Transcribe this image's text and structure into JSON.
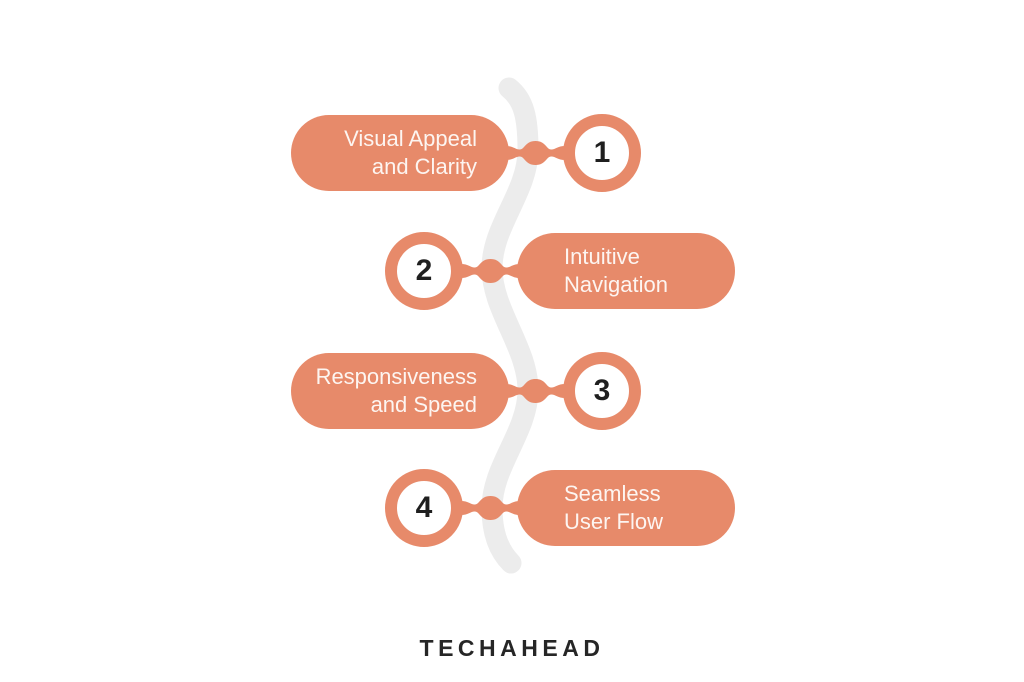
{
  "title": "Website UX steps infographic",
  "colors": {
    "accent": "#e78a6a",
    "wave": "#ececec",
    "pill_text": "#fdf5f1",
    "number_text": "#1f1f1f",
    "background": "#ffffff",
    "logo_text_color": "#262626"
  },
  "steps": [
    {
      "number": "1",
      "label_line1": "Visual Appeal",
      "label_line2": "and Clarity",
      "pill_side": "left",
      "text_align": "right"
    },
    {
      "number": "2",
      "label_line1": "Intuitive",
      "label_line2": "Navigation",
      "pill_side": "right",
      "text_align": "left"
    },
    {
      "number": "3",
      "label_line1": "Responsiveness",
      "label_line2": "and Speed",
      "pill_side": "left",
      "text_align": "right"
    },
    {
      "number": "4",
      "label_line1": "Seamless",
      "label_line2": "User Flow",
      "pill_side": "right",
      "text_align": "left"
    }
  ],
  "footer": {
    "logo_text": "TECHAHEAD"
  }
}
